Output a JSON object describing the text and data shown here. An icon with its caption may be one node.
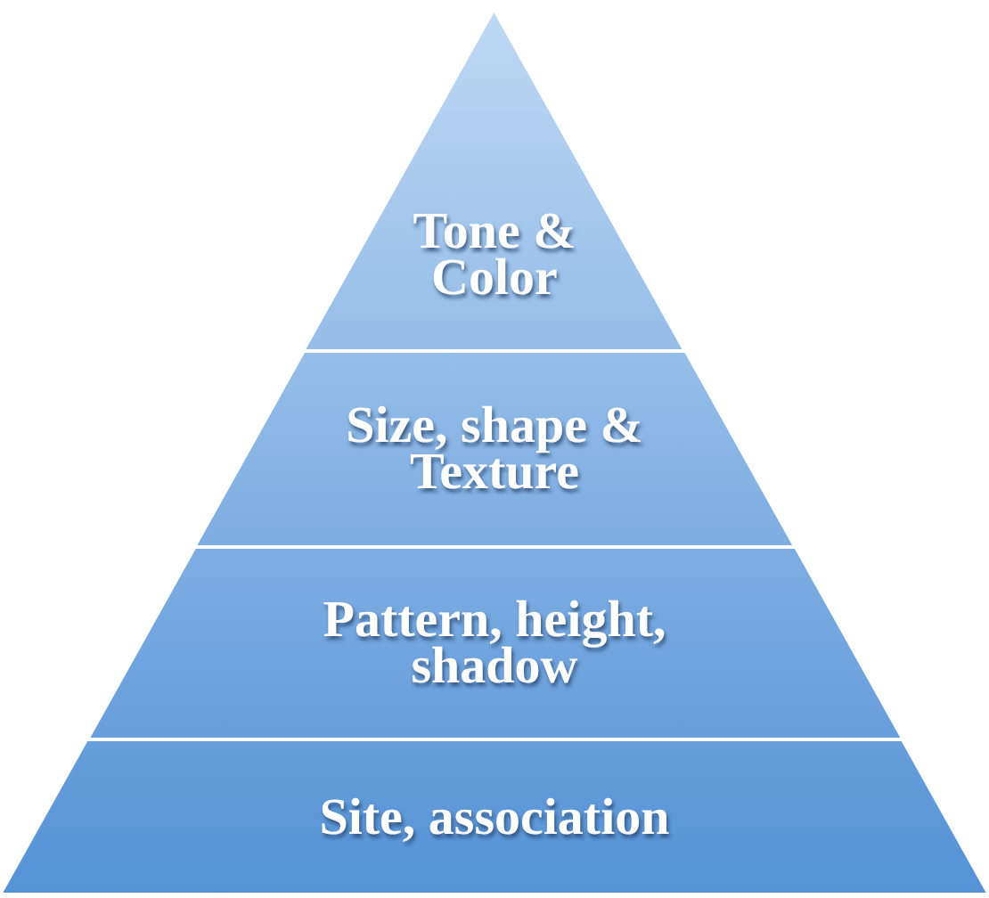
{
  "diagram": {
    "nodes": [
      {
        "text": [
          "Tone & Color"
        ]
      },
      {
        "text": [
          "Size, shape & Texture"
        ]
      },
      {
        "text": [
          "Pattern, height, shadow"
        ]
      },
      {
        "text": [
          "Site, association"
        ]
      }
    ]
  }
}
